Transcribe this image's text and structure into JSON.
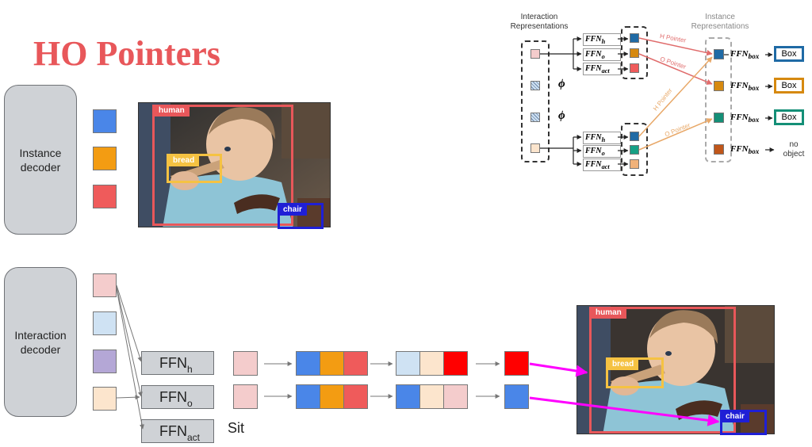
{
  "title": "HO Pointers",
  "instance_decoder_label": "Instance\ndecoder",
  "interaction_decoder_label": "Interaction\ndecoder",
  "ffn_main": "FFN",
  "ffn_subs": [
    "h",
    "o",
    "act"
  ],
  "sit_label": "Sit",
  "detection_labels": {
    "human": "human",
    "bread": "bread",
    "chair": "chair"
  },
  "top_diagram": {
    "interaction_representations": "Interaction\nRepresentations",
    "instance_representations": "Instance\nRepresentations",
    "phi": "ϕ",
    "ffn": "FFN",
    "ffn_subs": [
      "h",
      "o",
      "act"
    ],
    "ffn_box_sub": "box",
    "box_label": "Box",
    "no_object": "no\nobject",
    "h_pointer": "H Pointer",
    "o_pointer": "O Pointer"
  },
  "colors": {
    "accent_red": "#e8575a",
    "blue": "#4a86e8",
    "orange": "#f39c12",
    "red": "#ef5b5b",
    "pink": "#f4cccc",
    "light_blue": "#cfe2f3",
    "purple": "#b4a7d6",
    "peach": "#fce5cd",
    "bright_red": "#ff0000",
    "magenta": "#ff00ff",
    "teal": "#16a085",
    "box_blue": "#1f6aa5",
    "box_orange": "#d68910",
    "box_green": "#148f77"
  }
}
